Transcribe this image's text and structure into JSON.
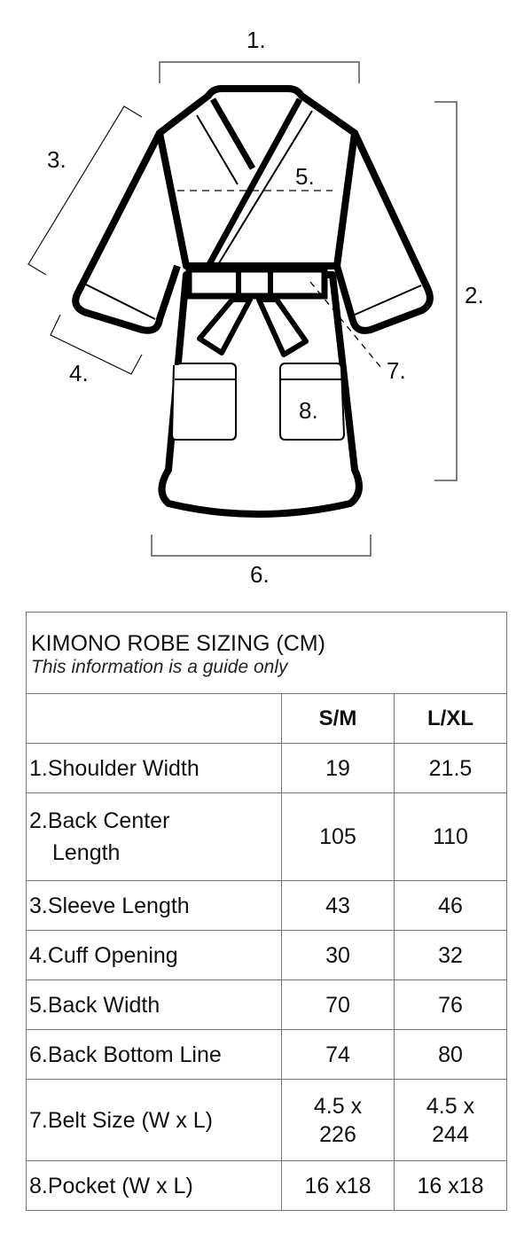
{
  "diagram": {
    "labels": {
      "m1": "1.",
      "m2": "2.",
      "m3": "3.",
      "m4": "4.",
      "m5": "5.",
      "m6": "6.",
      "m7": "7.",
      "m8": "8."
    }
  },
  "table": {
    "title": "KIMONO ROBE SIZING (CM)",
    "subtitle": "This information is a guide only",
    "columns": [
      "",
      "S/M",
      "L/XL"
    ],
    "rows": [
      {
        "label": "1.Shoulder Width",
        "sm": "19",
        "lxl": "21.5"
      },
      {
        "label_line1": "2.Back Center",
        "label_line2": "Length",
        "sm": "105",
        "lxl": "110"
      },
      {
        "label": "3.Sleeve Length",
        "sm": "43",
        "lxl": "46"
      },
      {
        "label": "4.Cuff Opening",
        "sm": "30",
        "lxl": "32"
      },
      {
        "label": "5.Back Width",
        "sm": "70",
        "lxl": "76"
      },
      {
        "label": "6.Back Bottom Line",
        "sm": "74",
        "lxl": "80"
      },
      {
        "label": "7.Belt Size (W x L)",
        "sm_line1": "4.5 x",
        "sm_line2": "226",
        "lxl_line1": "4.5 x",
        "lxl_line2": "244"
      },
      {
        "label": "8.Pocket (W x L)",
        "sm": "16 x18",
        "lxl": "16 x18"
      }
    ]
  }
}
